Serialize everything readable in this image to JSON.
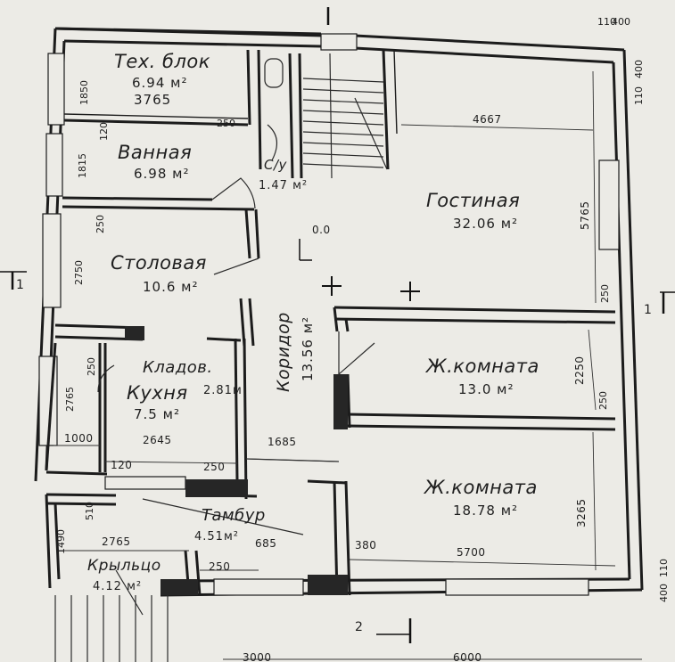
{
  "rooms": {
    "tech_block": {
      "name": "Тех. блок",
      "area": "6.94 м²",
      "dim": "3765"
    },
    "bathroom": {
      "name": "Ванная",
      "area": "6.98 м²"
    },
    "wc": {
      "name": "С/у",
      "area": "1.47 м²"
    },
    "living": {
      "name": "Гостиная",
      "area": "32.06 м²"
    },
    "dining": {
      "name": "Столовая",
      "area": "10.6 м²"
    },
    "pantry": {
      "name": "Кладов.",
      "area": "2.81м"
    },
    "kitchen": {
      "name": "Кухня",
      "area": "7.5 м²"
    },
    "corridor": {
      "name": "Коридор",
      "area": "13.56 м²"
    },
    "bedroom1": {
      "name": "Ж.комната",
      "area": "13.0 м²"
    },
    "bedroom2": {
      "name": "Ж.комната",
      "area": "18.78 м²"
    },
    "vestibule": {
      "name": "Тамбур",
      "area": "4.51м²"
    },
    "porch": {
      "name": "Крыльцо",
      "area": "4.12 м²"
    }
  },
  "dimensions": {
    "d_110": "110",
    "d_400_top": "400",
    "d_400_side": "400",
    "d_110_side": "110",
    "d_1850": "1850",
    "d_1815": "1815",
    "d_2750": "2750",
    "d_2765_left": "2765",
    "d_1490": "1490",
    "d_510": "510",
    "d_250_a": "250",
    "d_120_a": "120",
    "d_250_b": "250",
    "d_250_c": "250",
    "d_4667": "4667",
    "d_5765": "5765",
    "d_250_d": "250",
    "d_2250": "2250",
    "d_250_e": "250",
    "d_3265": "3265",
    "d_2645": "2645",
    "d_1000": "1000",
    "d_120_b": "120",
    "d_250_f": "250",
    "d_1685": "1685",
    "d_2765_bottom": "2765",
    "d_685": "685",
    "d_250_g": "250",
    "d_380": "380",
    "d_5700": "5700",
    "d_400_bottom": "400",
    "d_110_bottom": "110",
    "d_3000": "3000",
    "d_6000": "6000",
    "level": "0.0"
  },
  "section_marks": {
    "left": "1",
    "right": "1",
    "bottom": "2"
  }
}
